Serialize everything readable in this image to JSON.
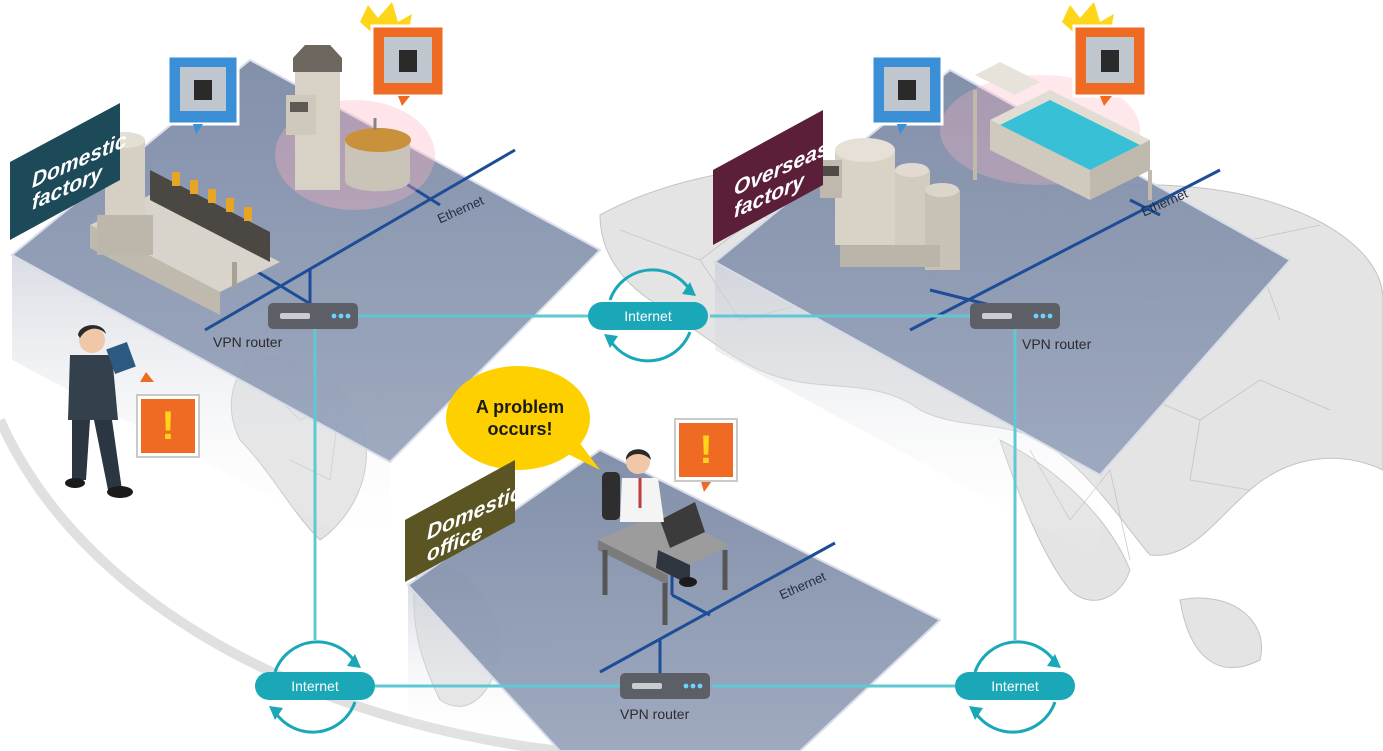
{
  "sites": {
    "domestic_factory": {
      "label_line1": "Domestic",
      "label_line2": "factory",
      "label_color": "#1d4a59"
    },
    "overseas_factory": {
      "label_line1": "Overseas",
      "label_line2": "factory",
      "label_color": "#5b1f3a"
    },
    "domestic_office": {
      "label_line1": "Domestic",
      "label_line2": "office",
      "label_color": "#5a5522"
    }
  },
  "network": {
    "ethernet_label": "Ethernet",
    "vpn_router_label": "VPN router",
    "internet_label": "Internet"
  },
  "callout": {
    "line1": "A problem",
    "line2": "occurs!"
  },
  "alert_symbol": "!",
  "colors": {
    "platform": "#8593ad",
    "ethernet_line": "#1d4d96",
    "vpn_link": "#5ec8d4",
    "internet_pill": "#1aa8b8",
    "alert": "#ef6a22",
    "monitor": "#3a8fd6",
    "speech_bubble": "#ffd000"
  }
}
